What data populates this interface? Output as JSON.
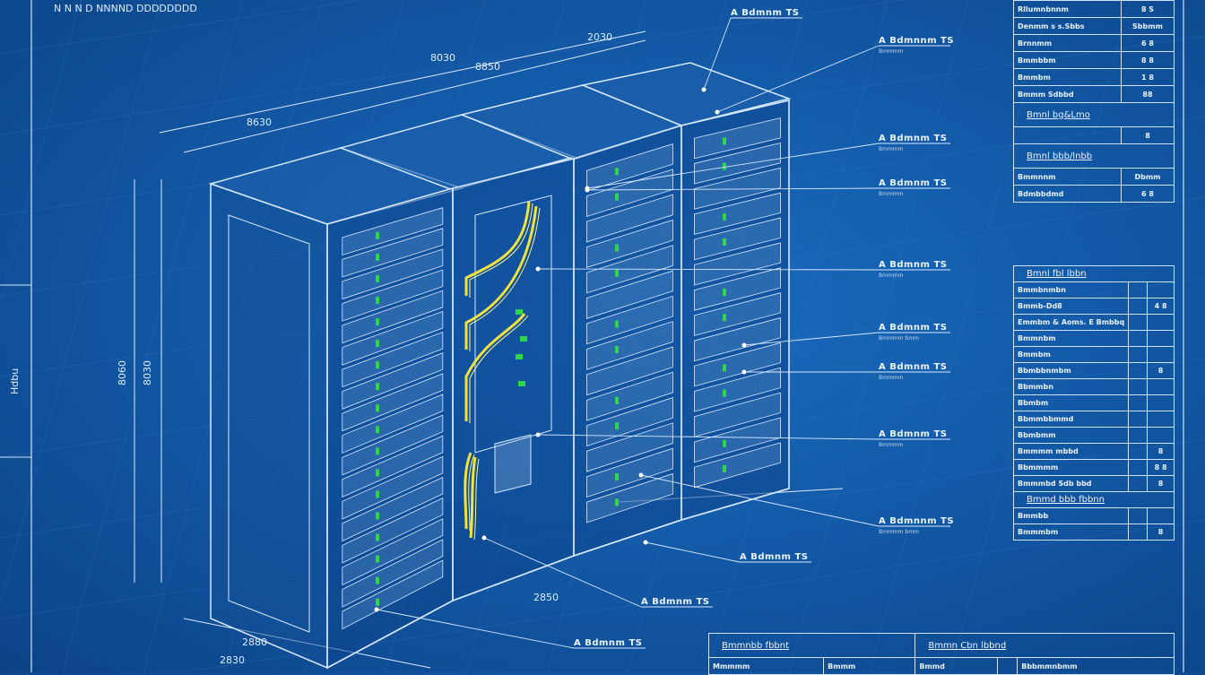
{
  "top_left_text": "N N N  D NNNND   DDDDDDDD",
  "side_label": "Hdbu",
  "dimensions": [
    "8030",
    "2030",
    "8850",
    "8630",
    "8060",
    "8030",
    "2850",
    "2880",
    "2830"
  ],
  "callouts": [
    {
      "title": "A Bdmnm TS",
      "sub": ""
    },
    {
      "title": "A Bdmnnm TS",
      "sub": "Bmmmm"
    },
    {
      "title": "A Bdmnm TS",
      "sub": "Bmmmm"
    },
    {
      "title": "A Bdmnm TS",
      "sub": "Bmmmm"
    },
    {
      "title": "A Bdmnm TS",
      "sub": "Bmmmm"
    },
    {
      "title": "A Bdmnm TS",
      "sub": "Bmmmm bmm"
    },
    {
      "title": "A Bdmnm TS",
      "sub": "Bmmmm"
    },
    {
      "title": "A Bdmnm TS",
      "sub": "Bmmmm"
    },
    {
      "title": "A Bdmnnm TS",
      "sub": "Bmmmm bmm"
    },
    {
      "title": "A Bdmnm TS",
      "sub": ""
    },
    {
      "title": "A Bdmnm TS",
      "sub": ""
    },
    {
      "title": "A Bdmnm TS",
      "sub": ""
    }
  ],
  "spec_table": {
    "rows": [
      [
        "Rllumnbnnm",
        "8 S"
      ],
      [
        "Denmm s s.Sbbs",
        "Sbbmm"
      ],
      [
        "Brnnmm",
        "6 8"
      ],
      [
        "Bmmbbm",
        "8 8"
      ],
      [
        "Bmmbm",
        "1 8"
      ],
      [
        "Bmmm Sdbbd",
        "88"
      ]
    ],
    "heading1": "Bmnl bg&Lmo",
    "row_mid": [
      "",
      "8"
    ],
    "heading2": "Bmnl bbb/lnbb",
    "rows2": [
      [
        "Bmmnnm",
        "Dbmm"
      ],
      [
        "Bdmbbdmd",
        "6 8"
      ]
    ]
  },
  "parts_table": {
    "heading": "Bmnl fbl lbbn",
    "rows": [
      [
        "Bmmbnmbn",
        ""
      ],
      [
        "Bmmb-Dd8",
        "4 8"
      ],
      [
        "Emmbm & Aoms. E Bmbbq",
        ""
      ],
      [
        "Bmmnbm",
        ""
      ],
      [
        "Bmmbm",
        ""
      ],
      [
        "Bbmbbnmbm",
        "8"
      ],
      [
        "Bbmmbn",
        ""
      ],
      [
        "Bbmbm",
        ""
      ],
      [
        "Bbmmbbmmd",
        ""
      ],
      [
        "Bbmbmm",
        ""
      ],
      [
        "Bmmmm mbbd",
        "8"
      ],
      [
        "Bbmmmm",
        "8 8"
      ],
      [
        "Bmmmbd Sdb bbd",
        "8"
      ]
    ],
    "heading2": "Bmmd bbb fbbnn",
    "rows2": [
      [
        "Bmmbb",
        ""
      ],
      [
        "Bmmmbm",
        "8"
      ]
    ]
  },
  "bottom_table": {
    "heading_left": "Bmmnbb fbbnt",
    "heading_right": "Bmmn Cbn lbbnd",
    "row": [
      "Mmmmm",
      "Bmmm",
      "Bmmd",
      "",
      "Bbbmmnbmm"
    ]
  },
  "colors": {
    "background": "#135aa8",
    "line": "#d6e8ff",
    "led": "#2fd64a",
    "cable": "#f2e23a"
  }
}
